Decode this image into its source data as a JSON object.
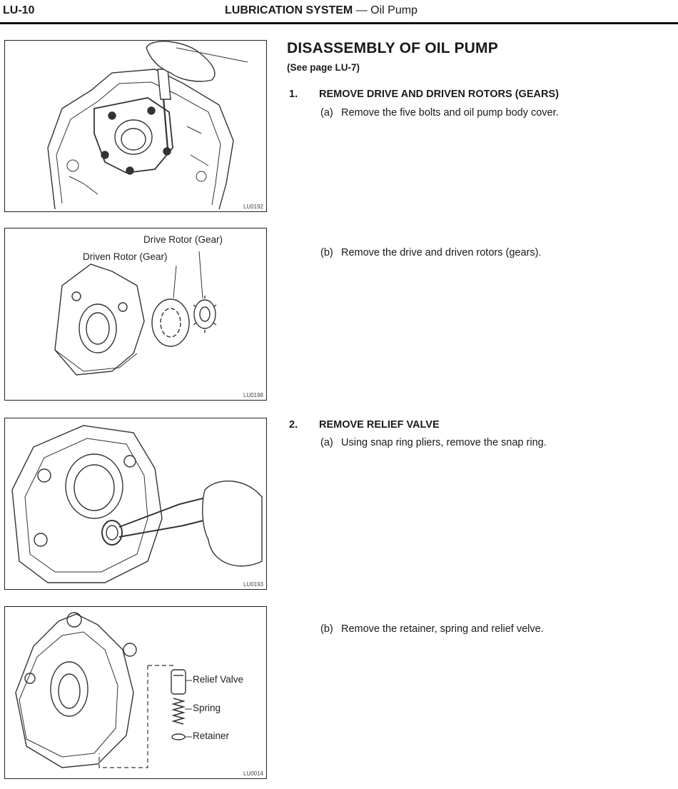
{
  "header": {
    "code": "LU-10",
    "section": "LUBRICATION SYSTEM",
    "separator": " — ",
    "subsection": "Oil Pump"
  },
  "content": {
    "title": "DISASSEMBLY OF OIL PUMP",
    "reference": "(See page LU-7)",
    "steps": [
      {
        "number": "1.",
        "title": "REMOVE DRIVE AND DRIVEN ROTORS (GEARS)",
        "substeps": [
          {
            "marker": "(a)",
            "text": "Remove the five bolts and oil pump body cover."
          },
          {
            "marker": "(b)",
            "text": "Remove the drive and driven rotors (gears)."
          }
        ]
      },
      {
        "number": "2.",
        "title": "REMOVE RELIEF VALVE",
        "substeps": [
          {
            "marker": "(a)",
            "text": "Using snap ring pliers, remove the snap ring."
          },
          {
            "marker": "(b)",
            "text": "Remove the retainer, spring and relief velve."
          }
        ]
      }
    ]
  },
  "figures": [
    {
      "code": "LU0192",
      "labels": []
    },
    {
      "code": "LU0198",
      "labels": [
        "Drive Rotor (Gear)",
        "Driven Rotor (Gear)"
      ]
    },
    {
      "code": "LU0193",
      "labels": []
    },
    {
      "code": "LU0014",
      "labels": [
        "Relief Valve",
        "Spring",
        "Retainer"
      ]
    }
  ]
}
